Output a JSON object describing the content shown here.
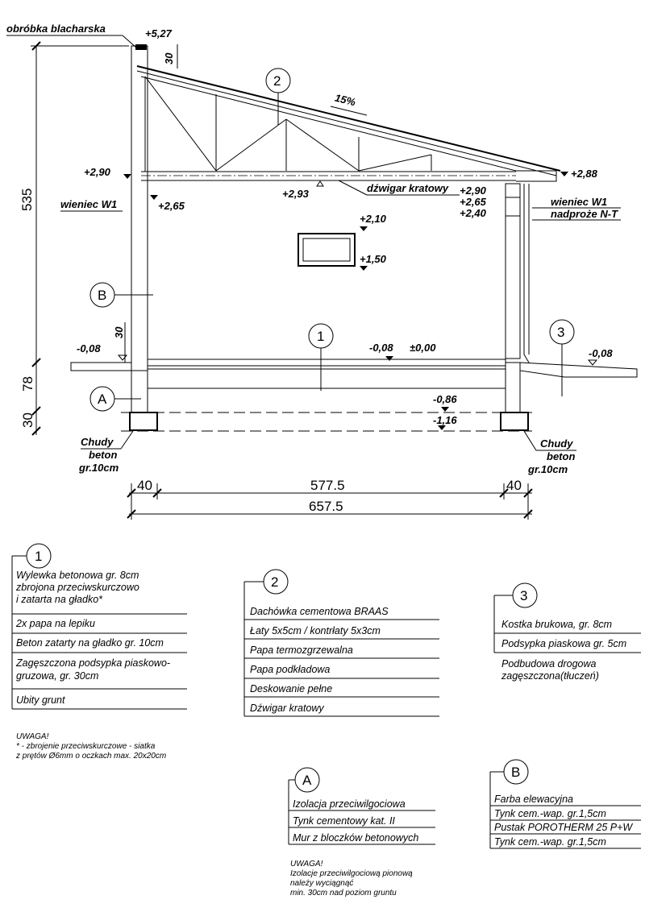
{
  "section": {
    "labels": {
      "flashing": "obróbka blacharska",
      "ring_beam_left": "wieniec W1",
      "ring_beam_right": "wieniec W1",
      "lintel": "nadproże N-T",
      "truss": "dźwigar kratowy",
      "slope": "15%",
      "lean_concrete_left": [
        "Chudy",
        "beton",
        "gr.10cm"
      ],
      "lean_concrete_right": [
        "Chudy",
        "beton",
        "gr.10cm"
      ]
    },
    "elevations": {
      "parapet_top": "+5,27",
      "eave_left": "+2,90",
      "ring_left": "+2,65",
      "truss_bottom": "+2,93",
      "eave_right": "+2,88",
      "right_290": "+2,90",
      "right_265": "+2,65",
      "right_240": "+2,40",
      "window_top": "+2,10",
      "window_sill": "+1,50",
      "ground_left": "-0,08",
      "floor_minus": "-0,08",
      "floor_zero": "±0,00",
      "ground_right": "-0,08",
      "foundation_top": "-0,86",
      "foundation_bottom": "-1,16"
    },
    "markers": {
      "m1": "1",
      "m2": "2",
      "m3": "3",
      "mA": "A",
      "mB": "B"
    },
    "dimensions": {
      "parapet": "30",
      "height_main": "535",
      "height_foundation": "78",
      "height_footing": "30",
      "plinth": "30",
      "wall_left": "40",
      "interior": "577.5",
      "wall_right": "40",
      "total": "657.5"
    }
  },
  "legends": {
    "floor": {
      "marker": "1",
      "layers": [
        [
          "Wylewka betonowa gr. 8cm",
          "zbrojona przeciwskurczowo",
          "i zatarta na gładko*"
        ],
        [
          "2x papa na lepiku"
        ],
        [
          "Beton zatarty na gładko gr. 10cm"
        ],
        [
          "Zagęszczona podsypka piaskowo-",
          "gruzowa, gr. 30cm"
        ],
        [
          "Ubity grunt"
        ]
      ],
      "note": [
        "UWAGA!",
        "* - zbrojenie przeciwskurczowe - siatka",
        "z prętów Ø6mm o oczkach max. 20x20cm"
      ]
    },
    "roof": {
      "marker": "2",
      "layers": [
        "Dachówka cementowa BRAAS",
        "Łaty 5x5cm / kontrłaty 5x3cm",
        "Papa termozgrzewalna",
        "Papa podkładowa",
        "Deskowanie pełne",
        "Dźwigar kratowy"
      ]
    },
    "paving": {
      "marker": "3",
      "layers": [
        [
          "Kostka brukowa, gr. 8cm"
        ],
        [
          "Podsypka piaskowa gr. 5cm"
        ],
        [
          "Podbudowa drogowa",
          "zagęszczona(tłuczeń)"
        ]
      ]
    },
    "foundation_wall": {
      "marker": "A",
      "layers": [
        "Izolacja przeciwilgociowa",
        "Tynk cementowy kat. II",
        "Mur z bloczków betonowych"
      ],
      "note": [
        "UWAGA!",
        "Izolacje przeciwilgociową pionową",
        "należy wyciągnąć",
        "min. 30cm nad poziom gruntu"
      ]
    },
    "wall": {
      "marker": "B",
      "layers": [
        "Farba elewacyjna",
        "Tynk cem.-wap. gr.1,5cm",
        "Pustak POROTHERM 25 P+W",
        "Tynk cem.-wap. gr.1,5cm"
      ]
    }
  }
}
